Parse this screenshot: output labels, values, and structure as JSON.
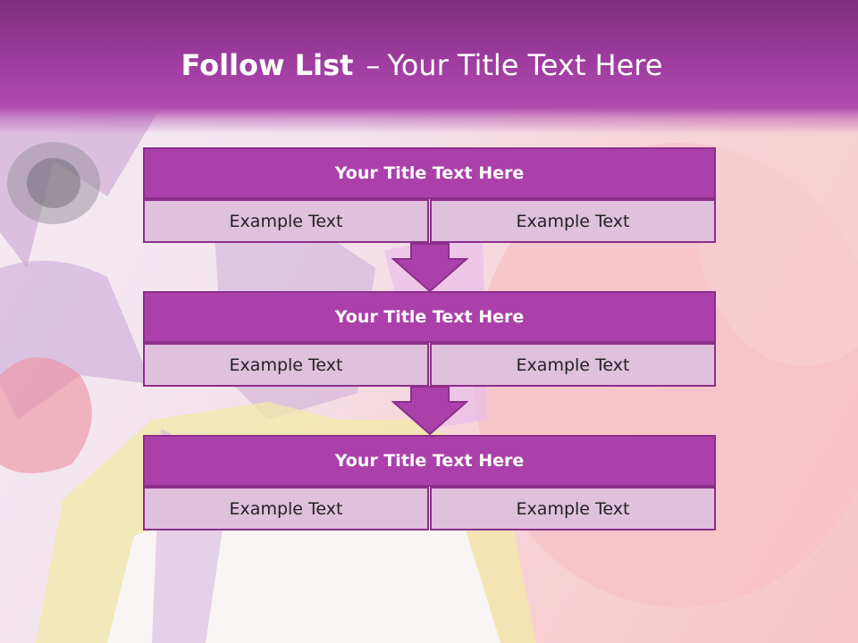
{
  "slide": {
    "title_strong": "Follow List",
    "title_sep": "–",
    "title_rest": "Your Title Text Here"
  },
  "steps": [
    {
      "title": "Your Title Text Here",
      "left": "Example Text",
      "right": "Example Text"
    },
    {
      "title": "Your Title Text Here",
      "left": "Example Text",
      "right": "Example Text"
    },
    {
      "title": "Your Title Text Here",
      "left": "Example Text",
      "right": "Example Text"
    }
  ],
  "colors": {
    "header": "#9a3a9c",
    "box_title": "#ab40ab",
    "box_cell": "#dfc0dd",
    "border": "#8b2f8b"
  }
}
